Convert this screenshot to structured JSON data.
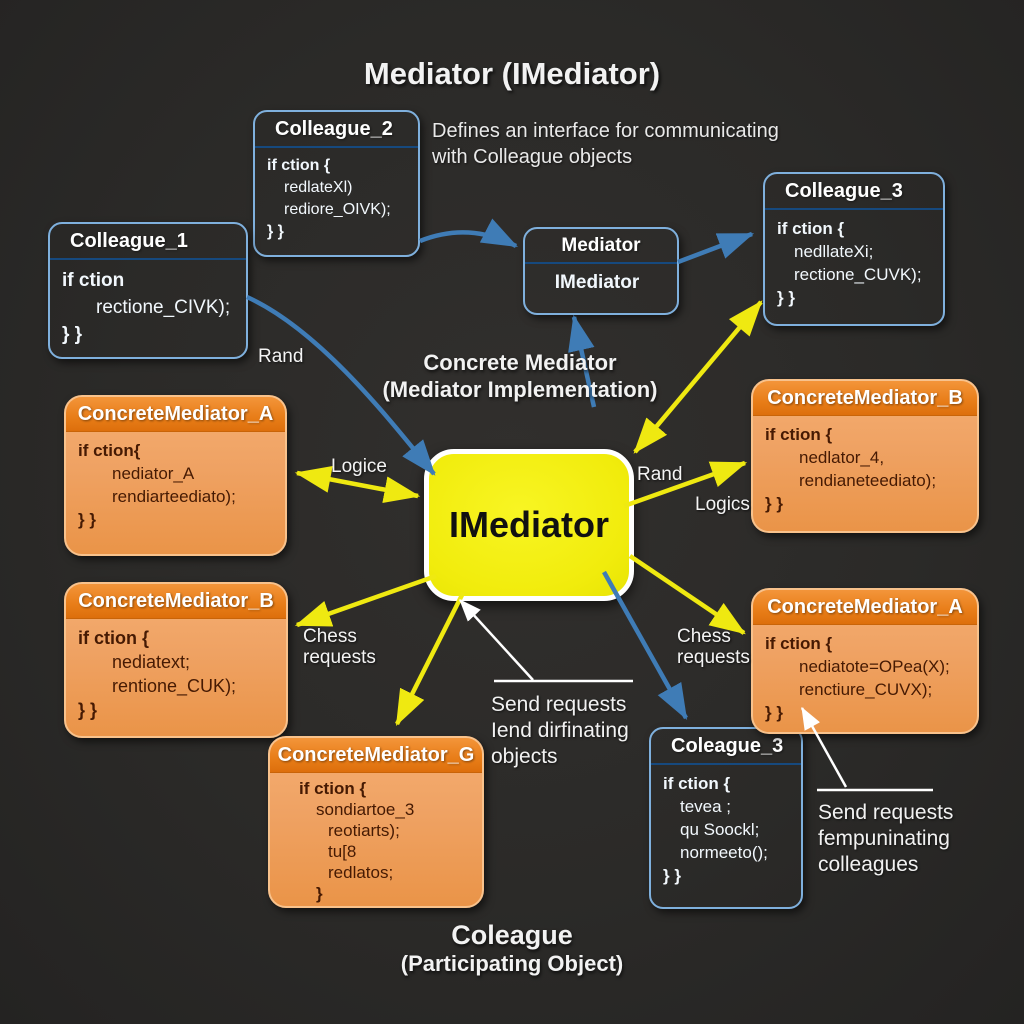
{
  "title": "Mediator (IMediator)",
  "subtitle": {
    "line1": "Defines an interface for communicating",
    "line2": "with Colleague objects"
  },
  "concrete_label": {
    "line1": "Concrete Mediator",
    "line2": "(Mediator Implementation)"
  },
  "bottom_label": {
    "line1": "Coleague",
    "line2": "(Participating Object)"
  },
  "center_box": {
    "label": "IMediator"
  },
  "boxes": {
    "colleague_2": {
      "title": "Colleague_2",
      "lines": [
        "if ction {",
        "redlateXl)",
        "rediore_OIVK);",
        "} }"
      ]
    },
    "colleague_1": {
      "title": "Colleague_1",
      "lines": [
        "if ction",
        "rectione_CIVK);",
        "} }"
      ]
    },
    "colleague_3": {
      "title": "Colleague_3",
      "lines": [
        "if ction {",
        "nedllateXi;",
        "rectione_CUVK);",
        "} }"
      ]
    },
    "mediator": {
      "title": "Mediator",
      "body": "IMediator"
    },
    "concrete_a_left": {
      "title": "ConcreteMediator_A",
      "lines": [
        "if ction{",
        "nediator_A",
        "rendiarteediato);",
        "} }"
      ]
    },
    "concrete_b_left": {
      "title": "ConcreteMediator_B",
      "lines": [
        "if ction {",
        "nediatext;",
        "rentione_CUK);",
        "} }"
      ]
    },
    "concrete_g": {
      "title": "ConcreteMediator_G",
      "lines": [
        "if ction {",
        "sondiartoe_3",
        "reotiarts);",
        "tu[8",
        "redlatos;",
        "}"
      ]
    },
    "concrete_b_right": {
      "title": "ConcreteMediator_B",
      "lines": [
        "if ction {",
        "nedlator_4,",
        "rendianeteediato);",
        "} }"
      ]
    },
    "concrete_a_right": {
      "title": "ConcreteMediator_A",
      "lines": [
        "if ction {",
        "nediatote=OPea(X);",
        "renctiure_CUVX);",
        "} }"
      ]
    },
    "coleague_3_bottom": {
      "title": "Coleague_3",
      "lines": [
        "if ction {",
        "tevea ;",
        "qu Soockl;",
        "normeeto();",
        "} }"
      ]
    }
  },
  "edge_labels": {
    "rand_left": "Rand",
    "logice": "Logice",
    "chess_left_1": "Chess",
    "chess_left_2": "requests",
    "rand_right": "Rand",
    "logics": "Logics",
    "chess_right_1": "Chess",
    "chess_right_2": "requests"
  },
  "annotations": {
    "send_objects": {
      "line1": "Send requests",
      "line2": "Iend dirfinating",
      "line3": "objects"
    },
    "send_colleagues": {
      "line1": "Send requests",
      "line2": "fempuninating",
      "line3": "colleagues"
    }
  },
  "colors": {
    "background": "#2b2a28",
    "blue_box": "#2e679f",
    "blue_header": "#2a68a8",
    "orange_box": "#efa263",
    "orange_header": "#e87d18",
    "yellow_box": "#f1ec0c",
    "arrow_blue": "#3f7cb6",
    "arrow_yellow": "#efe911",
    "arrow_white": "#ffffff",
    "text_light": "#f2f2f2",
    "text_code_dark": "#461a03"
  }
}
